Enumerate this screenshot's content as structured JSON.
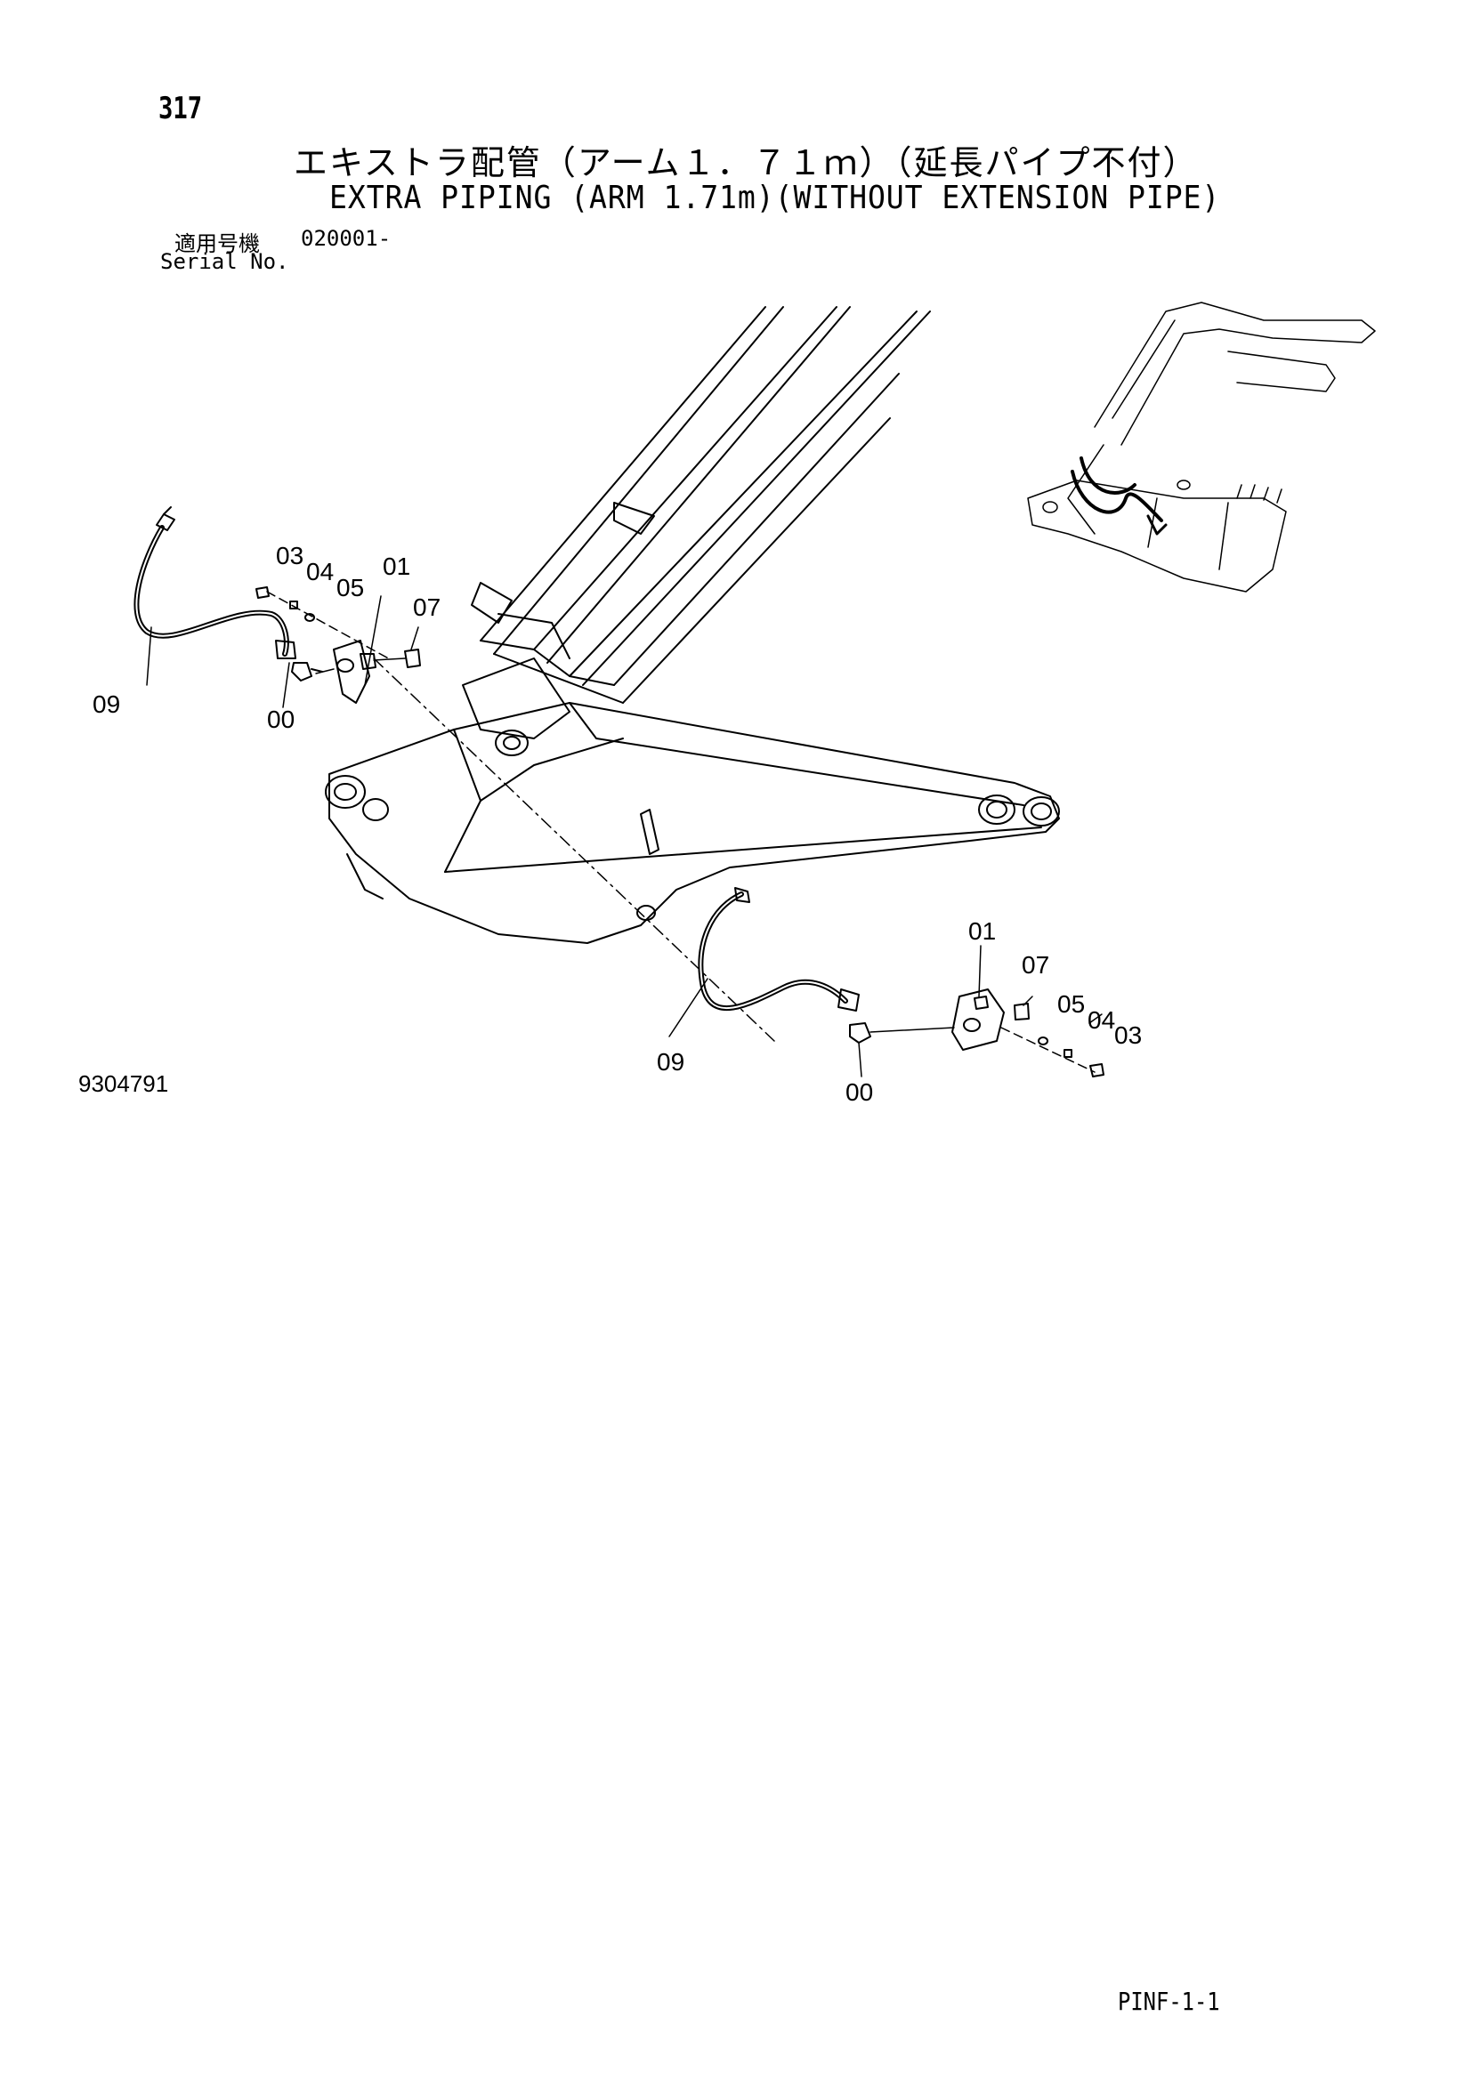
{
  "header": {
    "page_number": "317",
    "title_jp": "エキストラ配管（アーム１．７１ｍ）（延長パイプ不付）",
    "title_en": "EXTRA PIPING (ARM 1.71m)(WITHOUT EXTENSION PIPE)",
    "serial_label_jp": "適用号機",
    "serial_value": "020001-",
    "serial_label_en": "Serial No."
  },
  "callouts": {
    "upper": [
      "03",
      "04",
      "05",
      "01",
      "07",
      "09",
      "00"
    ],
    "lower": [
      "01",
      "07",
      "05",
      "04",
      "03",
      "09",
      "00"
    ]
  },
  "footer": {
    "drawing_number": "9304791",
    "sheet_code": "PINF-1-1"
  }
}
